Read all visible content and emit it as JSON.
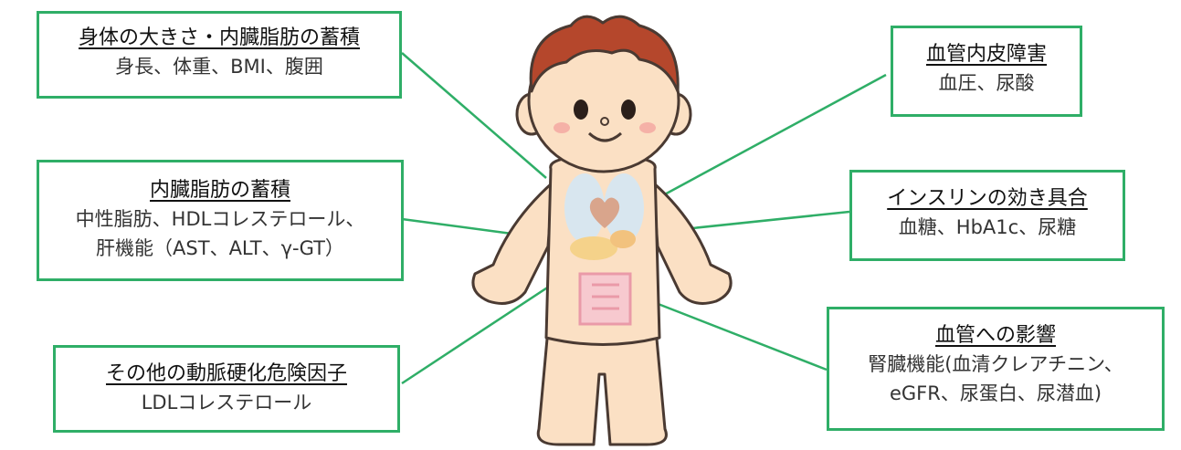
{
  "boxes": [
    {
      "title": "身体の大きさ・内臓脂肪の蓄積",
      "lines": [
        "身長、体重、BMI、腹囲"
      ]
    },
    {
      "title": "内臓脂肪の蓄積",
      "lines": [
        "中性脂肪、HDLコレステロール、",
        "肝機能（AST、ALT、γ-GT）"
      ]
    },
    {
      "title": "その他の動脈硬化危険因子",
      "lines": [
        "LDLコレステロール"
      ]
    },
    {
      "title": "血管内皮障害",
      "lines": [
        "血圧、尿酸"
      ]
    },
    {
      "title": "インスリンの効き具合",
      "lines": [
        "血糖、HbA1c、尿糖"
      ]
    },
    {
      "title": "血管への影響",
      "lines": [
        "腎臓機能(血清クレアチニン、",
        "eGFR、尿蛋白、尿潜血)"
      ]
    }
  ],
  "colors": {
    "border": "#2fae67",
    "line": "#2fae67",
    "skin": "#fbe0c4",
    "hair": "#b5472c",
    "outline": "#4a3a32"
  }
}
